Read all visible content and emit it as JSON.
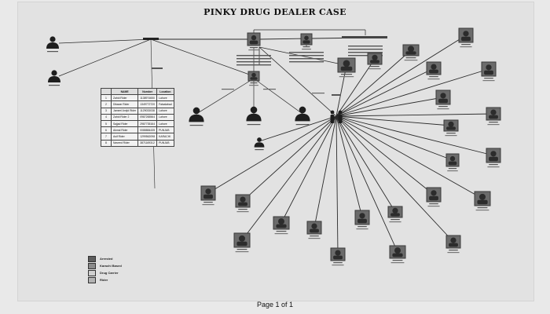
{
  "document": {
    "title": "PINKY DRUG DEALER CASE",
    "footer": "Page 1 of 1"
  },
  "table": {
    "headers": [
      "",
      "NAME",
      "Number",
      "Location"
    ],
    "rows": [
      [
        "1",
        "Zahid Rider",
        "1138974650",
        "Lahore"
      ],
      [
        "2",
        "Dilawar Rider",
        "1349772720",
        "Faisalabad"
      ],
      [
        "3",
        "Jameel Amjid Rider",
        "1129033038",
        "Lahore"
      ],
      [
        "4",
        "Zahid Rider 2",
        "0987265564",
        "Lahore"
      ],
      [
        "5",
        "Sajjad Rider",
        "2987735164",
        "Lahore"
      ],
      [
        "6",
        "Akmal Rider",
        "0088884435",
        "PUNJAB"
      ],
      [
        "7",
        "Asif Rider",
        "1299562098",
        "KARACHI"
      ],
      [
        "8",
        "Naveed Rider",
        "3871169312",
        "PUNJAB"
      ]
    ]
  },
  "legend": [
    {
      "label": "Arrested",
      "color": "#5c5c5c"
    },
    {
      "label": "Karachi Based",
      "color": "#8a8a8a"
    },
    {
      "label": "Drug Carrier",
      "color": "#cfcfcf"
    },
    {
      "label": "Rider",
      "color": "#b3b3b3"
    }
  ],
  "colors": {
    "line": "#2a2a2a",
    "photo_frame": "#3a3a3a",
    "photo_bg": "#6b6b6b",
    "silhouette": "#1e1e1e"
  }
}
